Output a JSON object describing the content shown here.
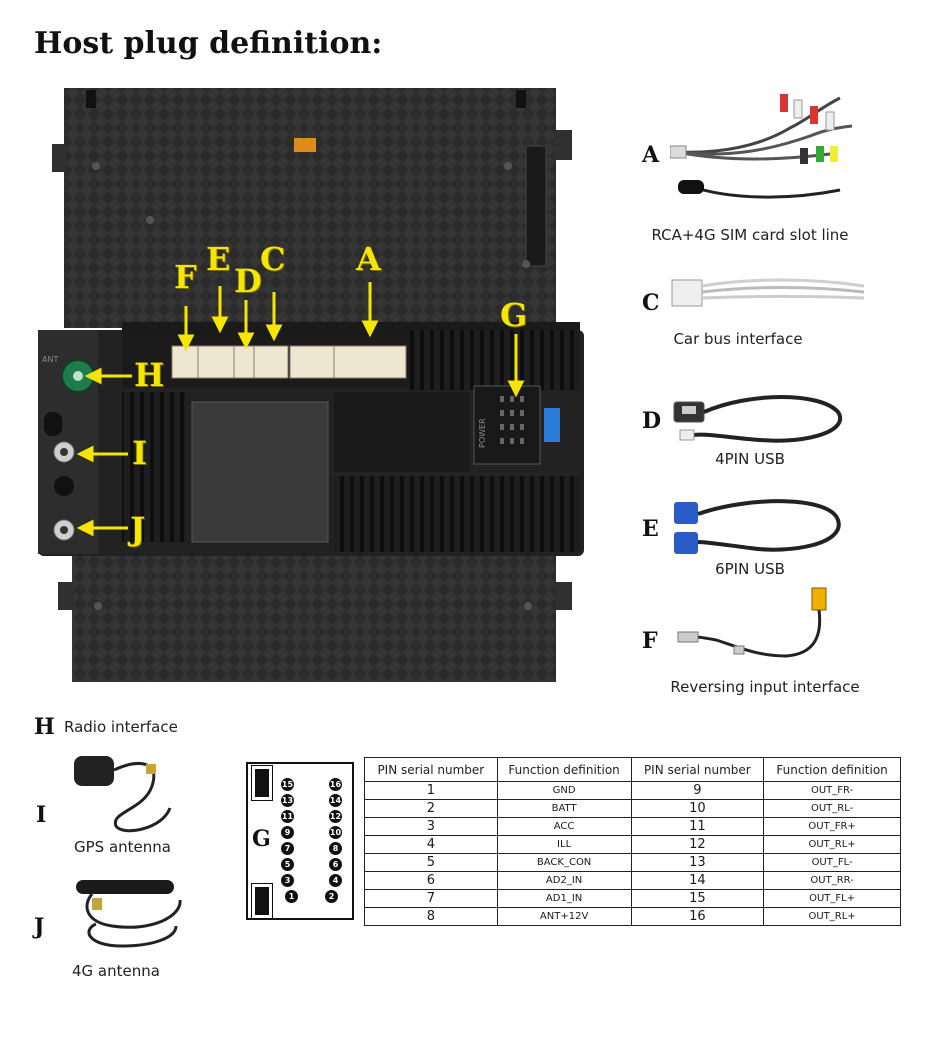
{
  "title": "Host plug definition:",
  "unit_callouts": {
    "F": "F",
    "E": "E",
    "D": "D",
    "C": "C",
    "A": "A",
    "G": "G",
    "H": "H",
    "I": "I",
    "J": "J"
  },
  "unit_labels": {
    "ant": "ANT",
    "power": "POWER"
  },
  "accessories": [
    {
      "letter": "A",
      "caption": "RCA+4G SIM card slot line"
    },
    {
      "letter": "C",
      "caption": "Car bus interface"
    },
    {
      "letter": "D",
      "caption": "4PIN USB"
    },
    {
      "letter": "E",
      "caption": "6PIN USB"
    },
    {
      "letter": "F",
      "caption": "Reversing input interface"
    }
  ],
  "radio": {
    "letter": "H",
    "caption": "Radio interface"
  },
  "gps": {
    "letter": "I",
    "caption": "GPS antenna"
  },
  "lte": {
    "letter": "J",
    "caption": "4G antenna"
  },
  "connector": {
    "letter": "G",
    "rows": [
      [
        "15",
        "16"
      ],
      [
        "13",
        "14"
      ],
      [
        "11",
        "12"
      ],
      [
        "9",
        "10"
      ],
      [
        "7",
        "8"
      ],
      [
        "5",
        "6"
      ],
      [
        "3",
        "4"
      ],
      [
        "1",
        "2"
      ]
    ]
  },
  "pin_table": {
    "headers": [
      "PIN serial number",
      "Function definition",
      "PIN serial number",
      "Function definition"
    ],
    "rows": [
      [
        "1",
        "GND",
        "9",
        "OUT_FR-"
      ],
      [
        "2",
        "BATT",
        "10",
        "OUT_RL-"
      ],
      [
        "3",
        "ACC",
        "11",
        "OUT_FR+"
      ],
      [
        "4",
        "ILL",
        "12",
        "OUT_RL+"
      ],
      [
        "5",
        "BACK_CON",
        "13",
        "OUT_FL-"
      ],
      [
        "6",
        "AD2_IN",
        "14",
        "OUT_RR-"
      ],
      [
        "7",
        "AD1_IN",
        "15",
        "OUT_FL+"
      ],
      [
        "8",
        "ANT+12V",
        "16",
        "OUT_RL+"
      ]
    ]
  },
  "colors": {
    "callout": "#f5e600",
    "unit_body": "#262626",
    "connector_white": "#efe6d2",
    "antenna_green": "#1f7a4c",
    "fuse_blue": "#2b7bd8"
  }
}
